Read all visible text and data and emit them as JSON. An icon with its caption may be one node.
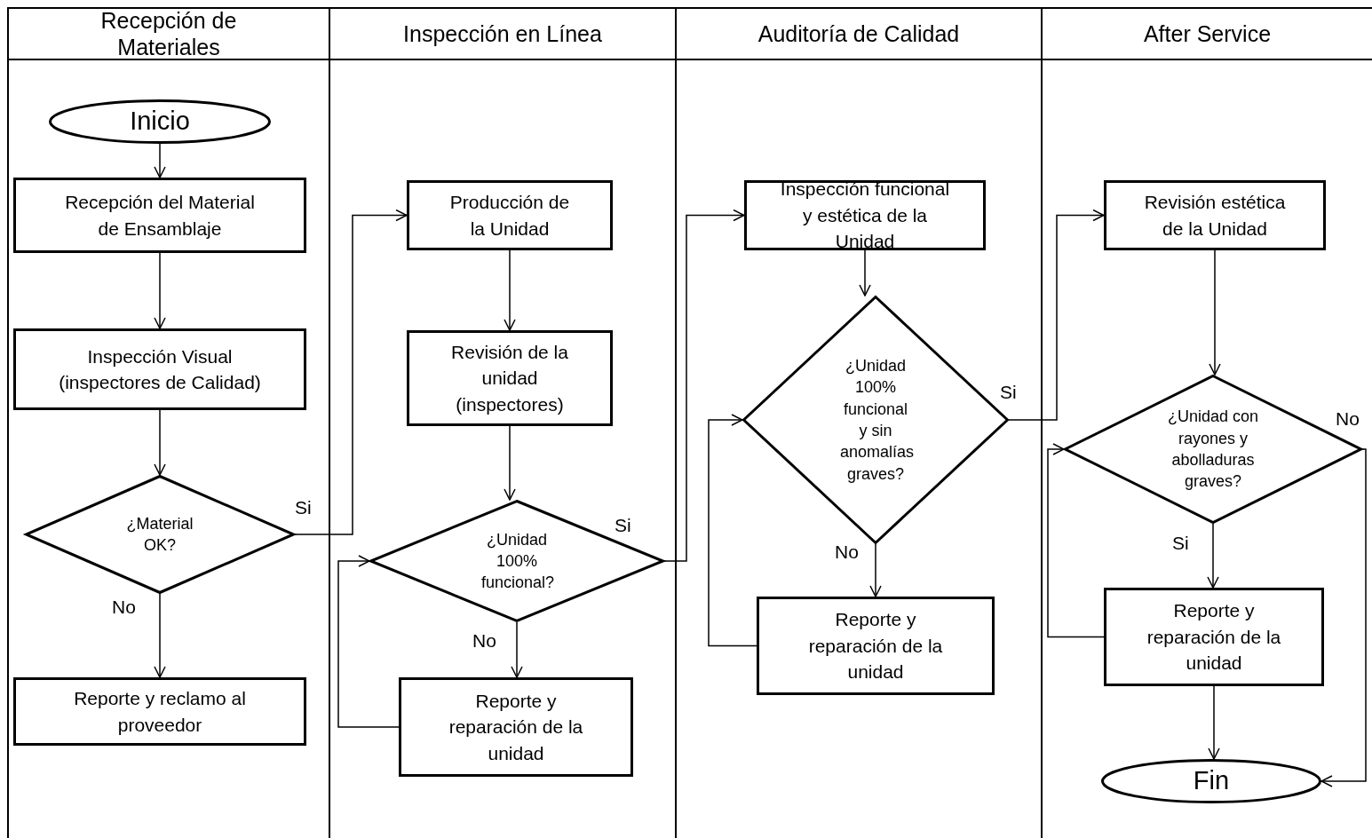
{
  "diagram": {
    "nodes": [
      {
        "text": [
          "Recepción de Materiales"
        ]
      },
      {
        "text": [
          "Inspección en Línea"
        ]
      },
      {
        "text": [
          "Auditoría de Calidad"
        ]
      },
      {
        "text": [
          "After Service"
        ]
      },
      {
        "text": [
          "Inicio"
        ],
        "in": 0
      },
      {
        "text": [
          "Recepción del Material de Ensamblaje"
        ],
        "in": 0
      },
      {
        "text": [
          "Inspección Visual (inspectores de Calidad)"
        ],
        "in": 0
      },
      {
        "text": [
          "¿Material OK?"
        ],
        "in": 0
      },
      {
        "text": [
          "Reporte y reclamo al proveedor"
        ],
        "in": 0
      },
      {
        "text": [
          "Producción de la Unidad"
        ],
        "in": 1
      },
      {
        "text": [
          "Revisión de la unidad (inspectores)"
        ],
        "in": 1
      },
      {
        "text": [
          "¿Unidad 100% funcional?"
        ],
        "in": 1
      },
      {
        "text": [
          "Reporte y reparación de la unidad"
        ],
        "in": 1
      },
      {
        "text": [
          "Inspección funcional y estética de la Unidad"
        ],
        "in": 2
      },
      {
        "text": [
          "¿Unidad 100% funcional y sin anomalías graves?"
        ],
        "in": 2
      },
      {
        "text": [
          "Reporte y reparación de la unidad"
        ],
        "in": 2
      },
      {
        "text": [
          "Revisión estética de la Unidad"
        ],
        "in": 3
      },
      {
        "text": [
          "¿Unidad con rayones y abolladuras graves?"
        ],
        "in": 3
      },
      {
        "text": [
          "Reporte y reparación de la unidad"
        ],
        "in": 3
      },
      {
        "text": [
          "Fin"
        ],
        "in": 3
      }
    ],
    "edges": [
      {
        "from": 4,
        "to": 5,
        "arrow": "to"
      },
      {
        "from": 5,
        "to": 6,
        "arrow": "to"
      },
      {
        "from": 6,
        "to": 7,
        "arrow": "to"
      },
      {
        "from": 7,
        "to": 8,
        "arrow": "to",
        "label": "No"
      },
      {
        "from": 7,
        "to": 9,
        "arrow": "to",
        "label": "Si"
      },
      {
        "from": 9,
        "to": 10,
        "arrow": "to"
      },
      {
        "from": 10,
        "to": 11,
        "arrow": "to"
      },
      {
        "from": 11,
        "to": 12,
        "arrow": "to",
        "label": "No"
      },
      {
        "from": 12,
        "to": 11,
        "arrow": "to"
      },
      {
        "from": 11,
        "to": 13,
        "arrow": "to",
        "label": "Si"
      },
      {
        "from": 13,
        "to": 14,
        "arrow": "to"
      },
      {
        "from": 14,
        "to": 15,
        "arrow": "to",
        "label": "No"
      },
      {
        "from": 15,
        "to": 14,
        "arrow": "to"
      },
      {
        "from": 14,
        "to": 16,
        "arrow": "to",
        "label": "Si"
      },
      {
        "from": 16,
        "to": 17,
        "arrow": "to"
      },
      {
        "from": 17,
        "to": 18,
        "arrow": "to",
        "label": "Si"
      },
      {
        "from": 18,
        "to": 17,
        "arrow": "to"
      },
      {
        "from": 18,
        "to": 19,
        "arrow": "to"
      },
      {
        "from": 17,
        "to": 19,
        "arrow": "to",
        "label": "No"
      }
    ]
  }
}
